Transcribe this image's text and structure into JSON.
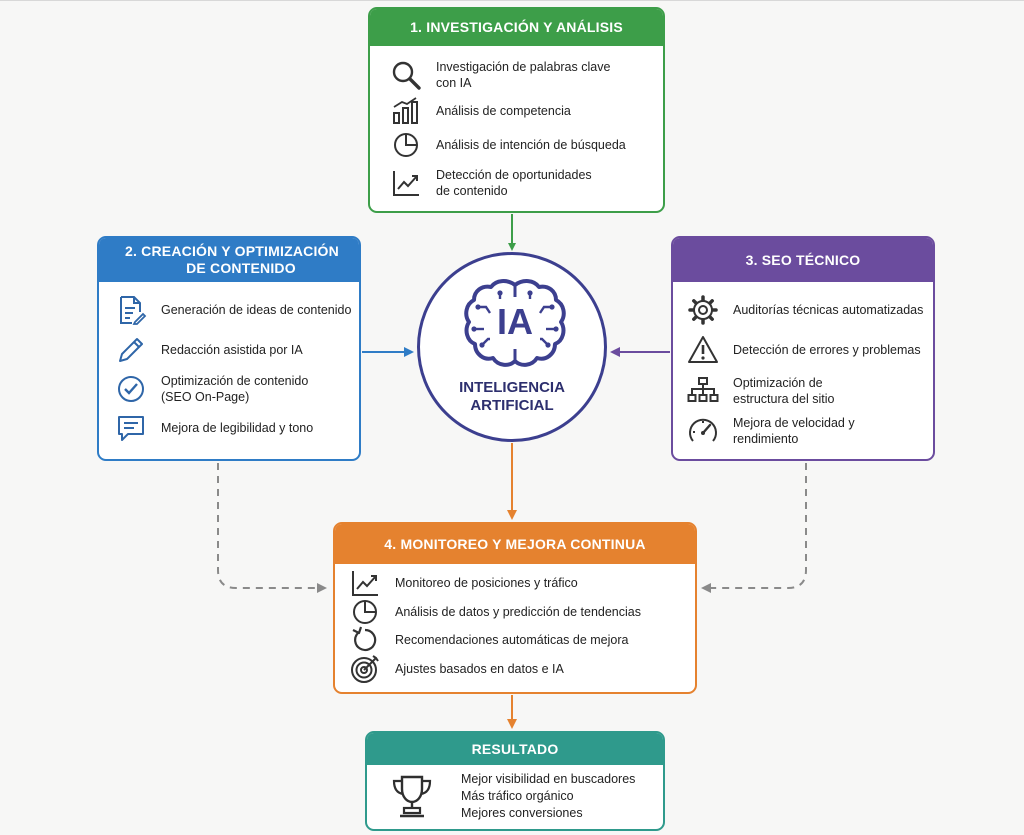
{
  "hub": {
    "badge": "IA",
    "label": "INTELIGENCIA\nARTIFICIAL",
    "color": "#3c3f8f"
  },
  "sections": {
    "investigacion": {
      "title": "1. INVESTIGACIÓN Y ANÁLISIS",
      "color": "#3d9e49",
      "items": [
        {
          "icon": "magnifier-icon",
          "label": "Investigación de palabras clave\ncon IA"
        },
        {
          "icon": "bar-chart-icon",
          "label": "Análisis de competencia"
        },
        {
          "icon": "pie-chart-icon",
          "label": "Análisis de intención de búsqueda"
        },
        {
          "icon": "trend-line-icon",
          "label": "Detección de oportunidades\nde contenido"
        }
      ]
    },
    "contenido": {
      "title_line1": "2. CREACIÓN Y OPTIMIZACIÓN",
      "title_line2": "DE CONTENIDO",
      "color": "#2f7cc6",
      "items": [
        {
          "icon": "document-edit-icon",
          "label": "Generación de ideas de contenido"
        },
        {
          "icon": "pencil-icon",
          "label": "Redacción asistida por IA"
        },
        {
          "icon": "check-circle-icon",
          "label": "Optimización de contenido\n(SEO On-Page)"
        },
        {
          "icon": "speech-bubble-icon",
          "label": "Mejora de legibilidad y tono"
        }
      ]
    },
    "tecnico": {
      "title": "3. SEO TÉCNICO",
      "color": "#6b4c9e",
      "items": [
        {
          "icon": "gear-icon",
          "label": "Auditorías técnicas automatizadas"
        },
        {
          "icon": "warning-icon",
          "label": "Detección de errores y problemas"
        },
        {
          "icon": "sitemap-icon",
          "label": "Optimización de\nestructura del sitio"
        },
        {
          "icon": "speedometer-icon",
          "label": "Mejora de velocidad y\nrendimiento"
        }
      ]
    },
    "monitoreo": {
      "title": "4. MONITOREO Y MEJORA CONTINUA",
      "color": "#e5822f",
      "items": [
        {
          "icon": "trend-line-icon",
          "label": "Monitoreo de posiciones y tráfico"
        },
        {
          "icon": "pie-chart-icon",
          "label": "Análisis de datos y predicción de tendencias"
        },
        {
          "icon": "refresh-icon",
          "label": "Recomendaciones automáticas de mejora"
        },
        {
          "icon": "target-icon",
          "label": "Ajustes basados en datos e IA"
        }
      ]
    },
    "resultado": {
      "title": "RESULTADO",
      "color": "#2f9a8c",
      "icon": "trophy-icon",
      "items": [
        "Mejor visibilidad en buscadores",
        "Más tráfico orgánico",
        "Mejores conversiones"
      ]
    }
  }
}
